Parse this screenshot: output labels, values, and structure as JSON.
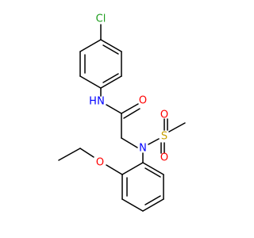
{
  "atoms": {
    "chlorine": {
      "text": "Cl",
      "color": "#1e9e1e"
    },
    "nitrogen_h": {
      "text": "N",
      "suffix": "H",
      "color": "#0000ff"
    },
    "carbonyl_oxygen": {
      "text": "O",
      "color": "#ff0000"
    },
    "sulfonamide_nitrogen": {
      "text": "N",
      "color": "#0000ff"
    },
    "sulfur": {
      "text": "S",
      "color": "#c8a000"
    },
    "sulfonyl_oxygen_top": {
      "text": "O",
      "color": "#ff0000"
    },
    "sulfonyl_oxygen_bottom": {
      "text": "O",
      "color": "#ff0000"
    },
    "ether_oxygen": {
      "text": "O",
      "color": "#ff0000"
    }
  }
}
